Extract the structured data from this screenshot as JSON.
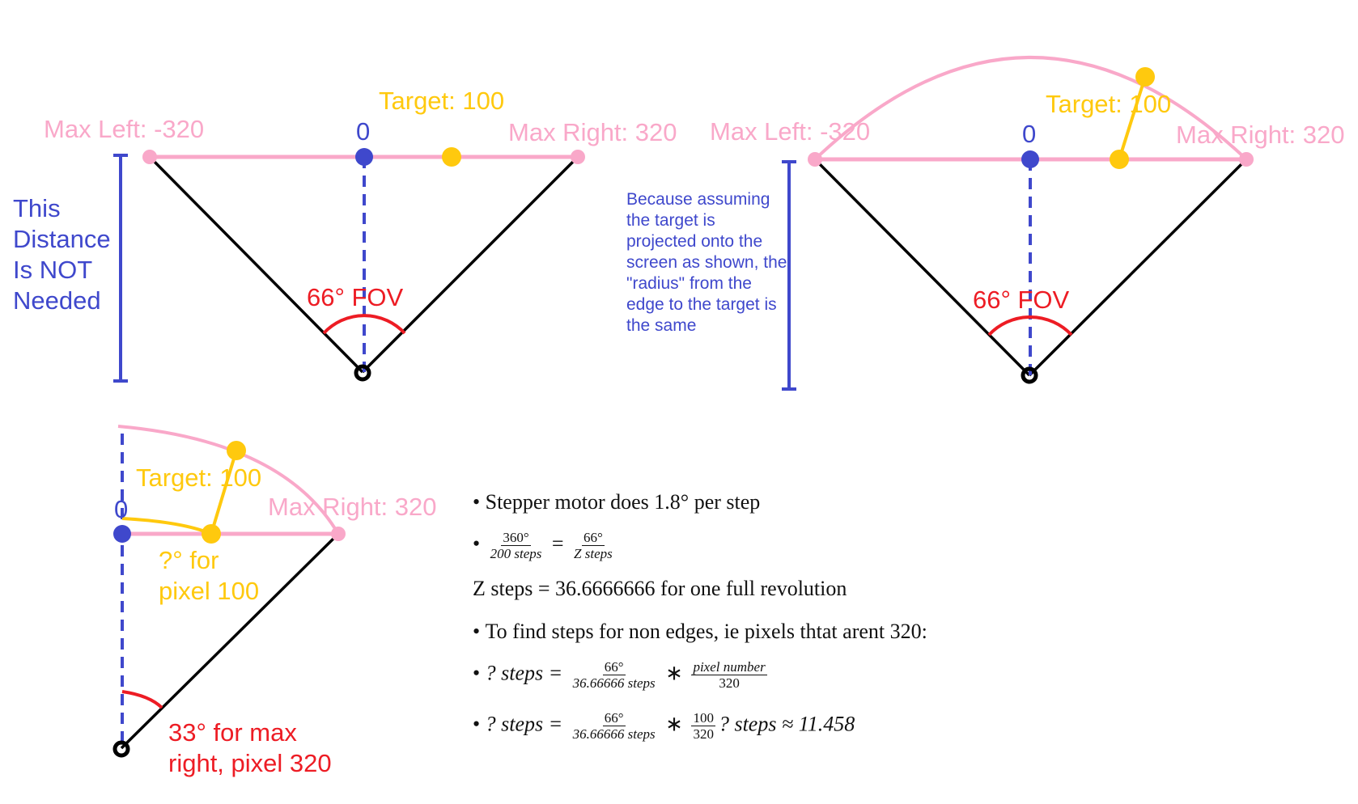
{
  "colors": {
    "pink": "#f9a8c9",
    "yellow": "#ffc90e",
    "blue": "#3f48cc",
    "red": "#ed1c24",
    "black": "#000000"
  },
  "diagram1": {
    "max_left": "Max Left: -320",
    "max_right": "Max Right: 320",
    "target": "Target: 100",
    "zero": "0",
    "fov": "66° FOV",
    "distance_note": [
      "This",
      "Distance",
      "Is NOT",
      "Needed"
    ]
  },
  "diagram2": {
    "max_left": "Max Left: -320",
    "max_right": "Max Right: 320",
    "target": "Target: 100",
    "zero": "0",
    "fov": "66° FOV",
    "note": "Because assuming the target is projected onto the screen as shown, the \"radius\" from the edge to the target is the same"
  },
  "diagram3": {
    "target": "Target: 100",
    "zero": "0",
    "max_right": "Max Right: 320",
    "angle_unknown": [
      "?° for",
      "pixel 100"
    ],
    "angle_max": [
      "33° for max",
      "right, pixel 320"
    ]
  },
  "math": {
    "bullet": "•",
    "line1": "Stepper motor does 1.8° per step",
    "line2": {
      "lhs_num": "360°",
      "lhs_den": "200 steps",
      "rhs_num": "66°",
      "rhs_den": "Z steps"
    },
    "line3": "Z steps = 36.6666666 for one full revolution",
    "line4": "To find steps for non edges, ie pixels thtat arent 320:",
    "line5": {
      "lhs": "? steps =",
      "f1_num": "66°",
      "f1_den": "36.66666 steps",
      "times": "∗",
      "f2_num": "pixel number",
      "f2_den": "320"
    },
    "line6": {
      "lhs": "? steps =",
      "f1_num": "66°",
      "f1_den": "36.66666 steps",
      "times": "∗",
      "f2_num": "100",
      "f2_den": "320",
      "result": "? steps ≈ 11.458"
    }
  }
}
